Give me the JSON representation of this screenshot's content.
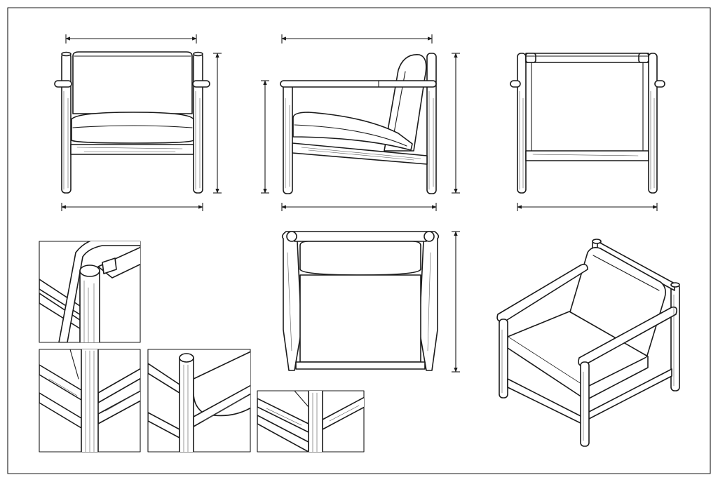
{
  "sheet": {
    "background": "#ffffff",
    "line_color": "#1a1a1a"
  },
  "views": [
    {
      "id": "front",
      "kind": "orthographic"
    },
    {
      "id": "side",
      "kind": "orthographic"
    },
    {
      "id": "back",
      "kind": "orthographic"
    },
    {
      "id": "top",
      "kind": "orthographic"
    },
    {
      "id": "iso",
      "kind": "isometric"
    }
  ],
  "details": [
    {
      "id": "armrest-joint"
    },
    {
      "id": "leg-crossbar-joint"
    },
    {
      "id": "cushion-frame-joint"
    },
    {
      "id": "rear-rail-joint"
    }
  ],
  "dimension_icon": "double-arrow"
}
